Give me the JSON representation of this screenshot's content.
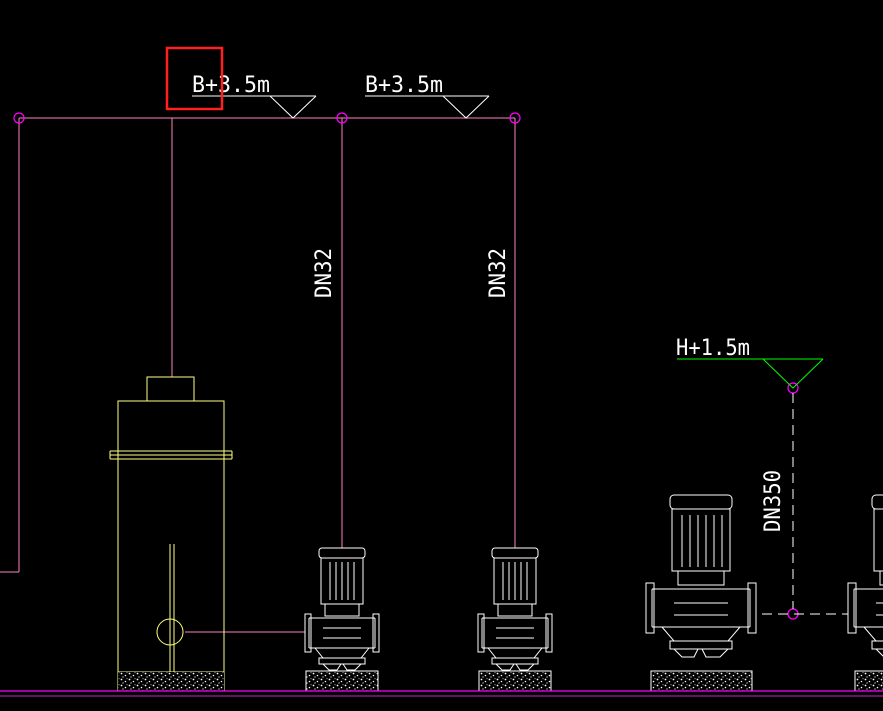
{
  "labels": {
    "elev_1": "B+3.5m",
    "elev_2": "B+3.5m",
    "pipe_1": "DN32",
    "pipe_2": "DN32",
    "elev_3": "H+1.5m",
    "pipe_3": "DN350"
  },
  "colors": {
    "background": "#000000",
    "pipe": "#ff80c0",
    "node": "#ff00ff",
    "equipment": "#ffff80",
    "pump": "#ffffff",
    "leader": "#ffffff",
    "green_marker": "#00ff00",
    "highlight": "#ff2020",
    "floor": "#ff00ff"
  }
}
